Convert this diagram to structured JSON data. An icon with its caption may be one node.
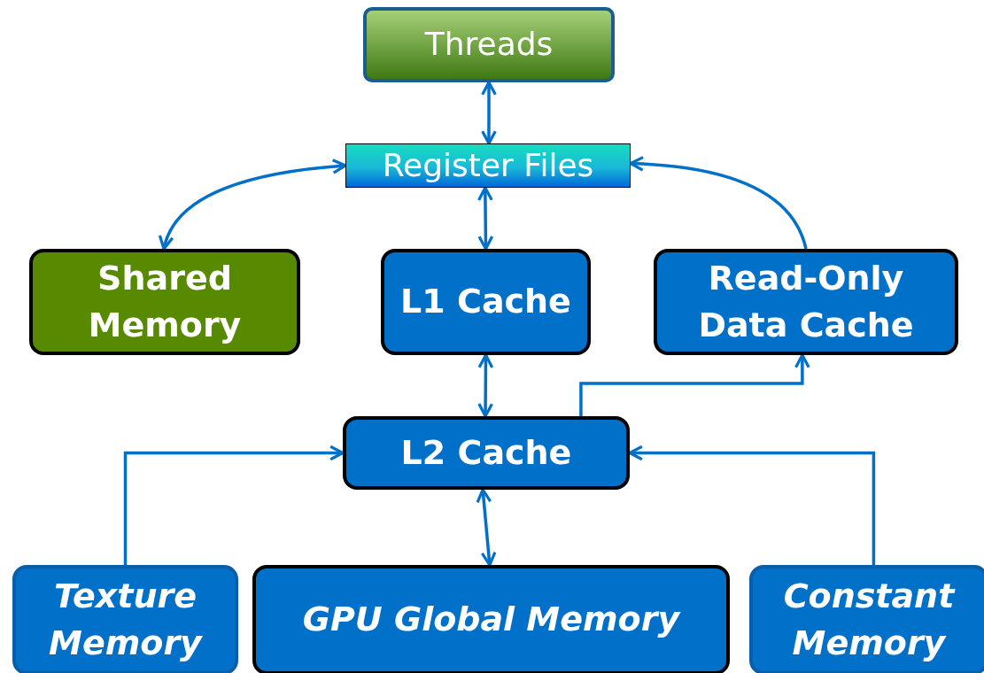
{
  "diagram": {
    "nodes": [
      {
        "text": [
          "Threads"
        ]
      },
      {
        "text": [
          "Register Files"
        ]
      },
      {
        "text": [
          "Shared Memory"
        ]
      },
      {
        "text": [
          "L1 Cache"
        ]
      },
      {
        "text": [
          "Read-Only Data Cache"
        ]
      },
      {
        "text": [
          "L2 Cache"
        ]
      },
      {
        "text": [
          "Texture Memory"
        ]
      },
      {
        "text": [
          "GPU Global Memory"
        ]
      },
      {
        "text": [
          "Constant Memory"
        ]
      }
    ],
    "edges": [
      {
        "from": 0,
        "to": 1,
        "arrow": "both"
      },
      {
        "from": 1,
        "to": 2,
        "arrow": "both"
      },
      {
        "from": 1,
        "to": 3,
        "arrow": "both"
      },
      {
        "from": 4,
        "to": 1,
        "arrow": "to"
      },
      {
        "from": 3,
        "to": 5,
        "arrow": "both"
      },
      {
        "from": 5,
        "to": 4,
        "arrow": "to"
      },
      {
        "from": 6,
        "to": 5,
        "arrow": "to"
      },
      {
        "from": 5,
        "to": 7,
        "arrow": "both"
      },
      {
        "from": 8,
        "to": 5,
        "arrow": "to"
      }
    ]
  }
}
